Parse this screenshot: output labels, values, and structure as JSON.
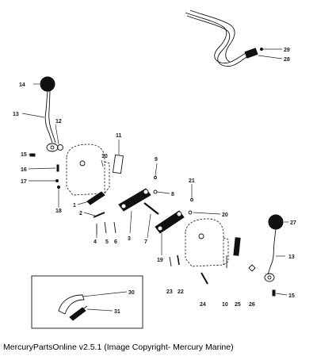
{
  "caption": "MercuryPartsOnline v2.5.1 (Image Copyright- Mercury Marine)",
  "callouts": [
    "1",
    "2",
    "3",
    "4",
    "5",
    "6",
    "7",
    "8",
    "9",
    "10",
    "10",
    "11",
    "12",
    "13",
    "13",
    "14",
    "15",
    "15",
    "16",
    "17",
    "18",
    "19",
    "20",
    "21",
    "22",
    "23",
    "24",
    "25",
    "26",
    "27",
    "28",
    "29",
    "30",
    "31"
  ],
  "colors": {
    "ink": "#111111",
    "background": "#ffffff"
  }
}
